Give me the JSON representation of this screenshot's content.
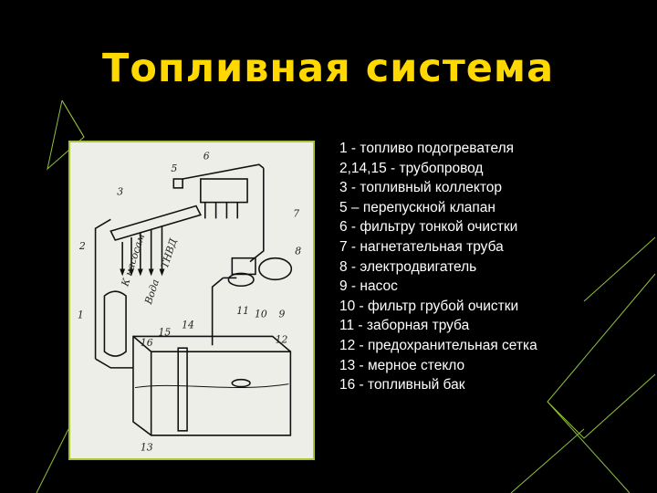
{
  "slide": {
    "title": "Топливная система",
    "colors": {
      "background": "#000000",
      "title": "#ffd800",
      "accent_lines": "#8fc03c",
      "text": "#ffffff"
    }
  },
  "diagram": {
    "labels": {
      "n1": "1",
      "n2": "2",
      "n3": "3",
      "n5": "5",
      "n6": "6",
      "n7": "7",
      "n8": "8",
      "n9": "9",
      "n10": "10",
      "n11": "11",
      "n12": "12",
      "n13": "13",
      "n14": "14",
      "n15": "15",
      "n16": "16",
      "k_nasosam": "К насосам",
      "tnvd": "ТНВД",
      "voda": "Вода"
    }
  },
  "legend": {
    "items": [
      "1 - топливо подогревателя",
      "2,14,15 - трубопровод",
      "3 - топливный коллектор",
      "5 – перепускной клапан",
      "6 - фильтру тонкой очистки",
      "7 - нагнетательная труба",
      "8 - электродвигатель",
      "9 - насос",
      "10 - фильтр грубой очистки",
      "11 - заборная труба",
      "12 - предохранительная сетка",
      "13 - мерное стекло",
      "16 - топливный бак"
    ]
  }
}
